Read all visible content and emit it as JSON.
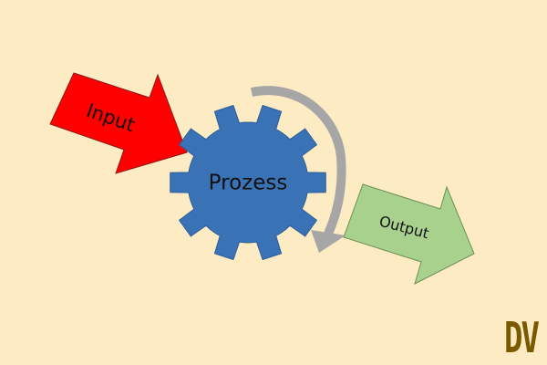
{
  "diagram": {
    "input_label": "Input",
    "process_label": "Prozess",
    "output_label": "Output",
    "logo_text": "DV",
    "colors": {
      "background": "#fdebc3",
      "input_arrow": "#ff0000",
      "gear": "#3a73b5",
      "cycle_arrow": "#a6a6a6",
      "output_arrow": "#a9d18e",
      "logo": "#7a5a00"
    },
    "icons": {
      "input": "arrow-right-icon",
      "process": "gear-icon",
      "cycle": "curved-arrow-icon",
      "output": "arrow-right-icon"
    }
  }
}
